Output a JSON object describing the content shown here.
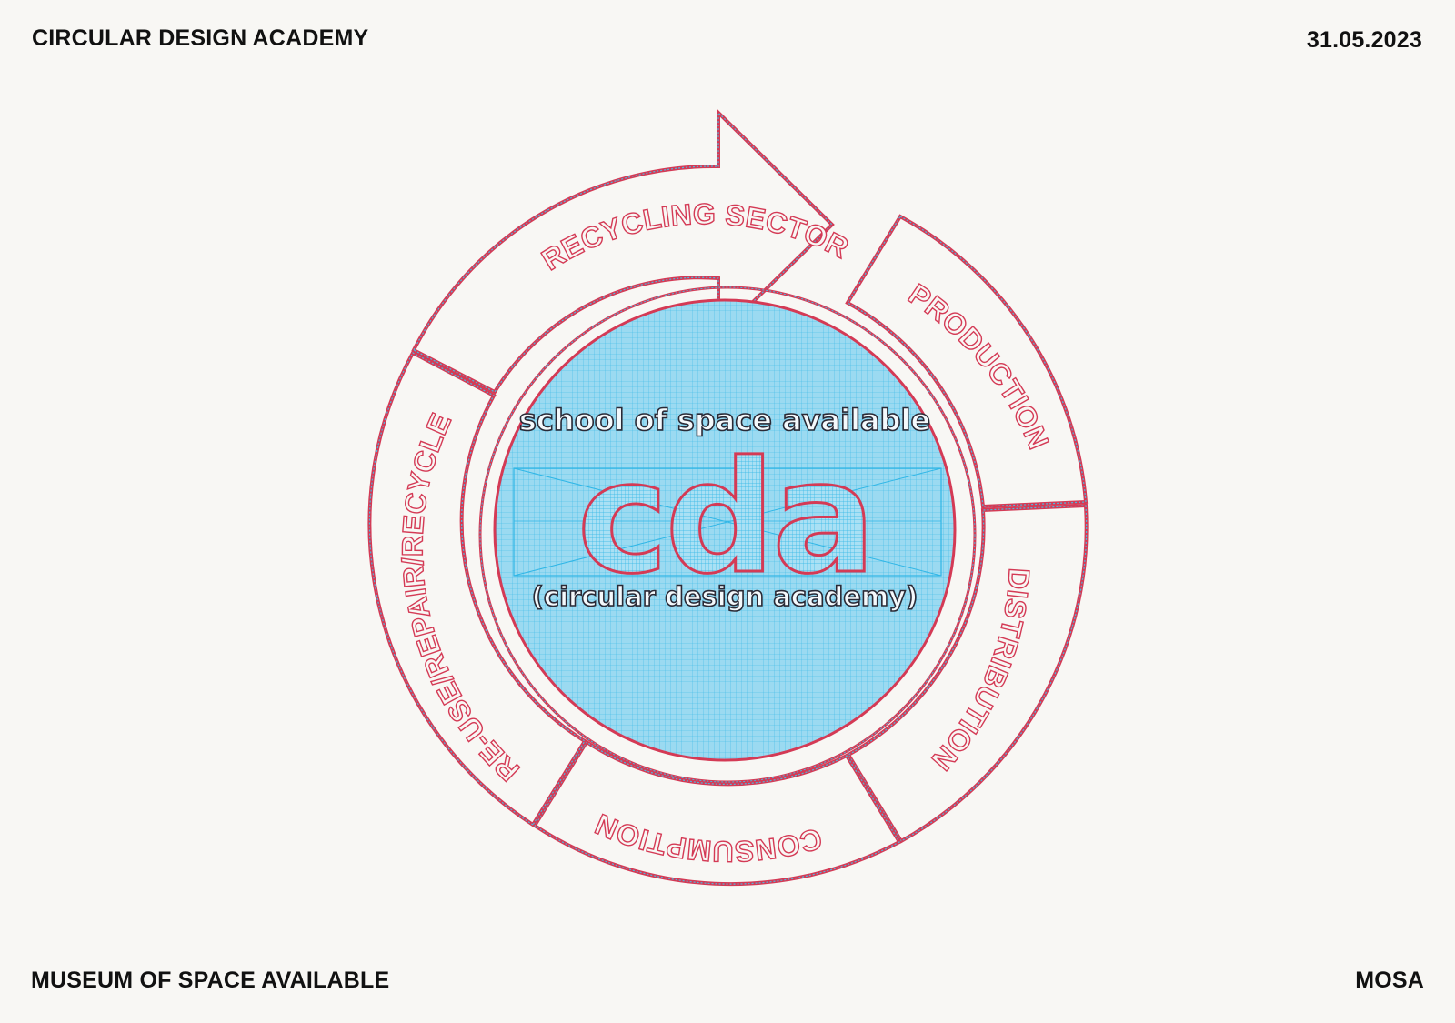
{
  "header": {
    "title": "CIRCULAR DESIGN ACADEMY",
    "date": "31.05.2023"
  },
  "footer": {
    "organization": "MUSEUM OF SPACE AVAILABLE",
    "abbreviation": "MOSA"
  },
  "diagram": {
    "segments": {
      "recycling": "RECYCLING SECTOR",
      "production": "PRODUCTION",
      "distribution": "DISTRIBUTION",
      "consumption": "CONSUMPTION",
      "reuse": "RE-USE/REPAIR/RECYCLE"
    },
    "logo": {
      "tagline": "school of space available",
      "acronym": "cda",
      "subtitle": "(circular design academy)"
    }
  },
  "colors": {
    "background": "#f8f7f4",
    "outline_red": "#d43a55",
    "grid_blue": "#2fb6e6",
    "fill_blue": "#8fd6f0"
  }
}
